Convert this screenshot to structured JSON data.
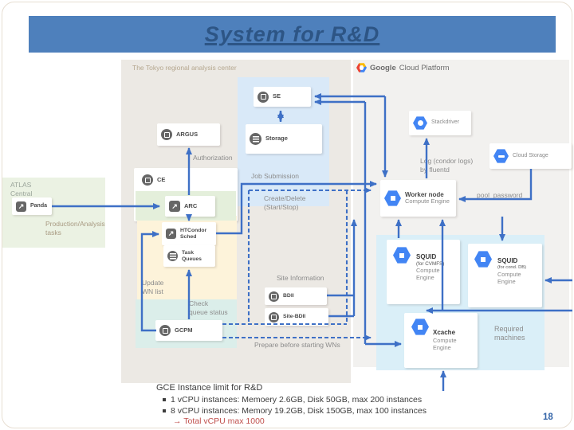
{
  "slide": {
    "title": "System for R&D",
    "page_number": "18",
    "left_section_label": "The Tokyo regional analysis center",
    "gcp_logo": {
      "word1": "Google",
      "word2": "Cloud Platform"
    }
  },
  "panels": {
    "atlas": {
      "line1": "ATLAS",
      "line2": "Central"
    },
    "required": {
      "line1": "Required",
      "line2": "machines"
    }
  },
  "nodes": {
    "se": {
      "label": "SE"
    },
    "storage": {
      "label": "Storage"
    },
    "argus": {
      "label": "ARGUS"
    },
    "ce": {
      "label": "CE"
    },
    "arc": {
      "label": "ARC"
    },
    "panda": {
      "label": "Panda"
    },
    "htcondor": {
      "line1": "HTCondor",
      "line2": "Sched"
    },
    "task_queues": {
      "line1": "Task",
      "line2": "Queues"
    },
    "gcpm": {
      "label": "GCPM"
    },
    "bdii": {
      "label": "BDII"
    },
    "site_bdii": {
      "label": "Site-BDII"
    },
    "stackdriver": {
      "label": "Stackdriver"
    },
    "cloud_storage": {
      "label": "Cloud Storage"
    },
    "worker_node": {
      "title": "Worker node",
      "subtitle": "Compute Engine"
    },
    "squid_cvmfs": {
      "title": "SQUID",
      "qualifier": "(for CVMFS)",
      "subtitle": "Compute Engine"
    },
    "squid_cond": {
      "title": "SQUID",
      "qualifier": "(for cond. DB)",
      "subtitle": "Compute Engine"
    },
    "xcache": {
      "title": "Xcache",
      "subtitle": "Compute Engine"
    }
  },
  "labels": {
    "authorization": "Authorization",
    "job_submission": "Job Submission",
    "create_delete": {
      "line1": "Create/Delete",
      "line2": "(Start/Stop)"
    },
    "production_tasks": {
      "line1": "Production/Analysis",
      "line2": "tasks"
    },
    "update_wn": {
      "line1": "Update",
      "line2": "WN list"
    },
    "check_queue": {
      "line1": "Check",
      "line2": "queue status"
    },
    "site_information": "Site Information",
    "prepare_wns": "Prepare before starting WNs",
    "log_fluentd": {
      "line1": "Log (condor logs)",
      "line2": "by fluentd"
    },
    "pool_password": "pool_password"
  },
  "footer": {
    "heading": "GCE Instance limit for R&D",
    "bullet1": "1 vCPU instances: Memoery 2.6GB, Disk 50GB, max 200 instances",
    "bullet2": "8 vCPU instances: Memory 19.2GB, Disk 150GB, max 100 instances",
    "total": "→ Total vCPU max 1000"
  },
  "colors": {
    "banner_blue": "#4e80bc",
    "title_text": "#2d5585",
    "arrow_blue": "#3e70c6",
    "gcp_icon_blue": "#4285f4",
    "total_red": "#c0504d",
    "page_number_blue": "#3465a8"
  }
}
